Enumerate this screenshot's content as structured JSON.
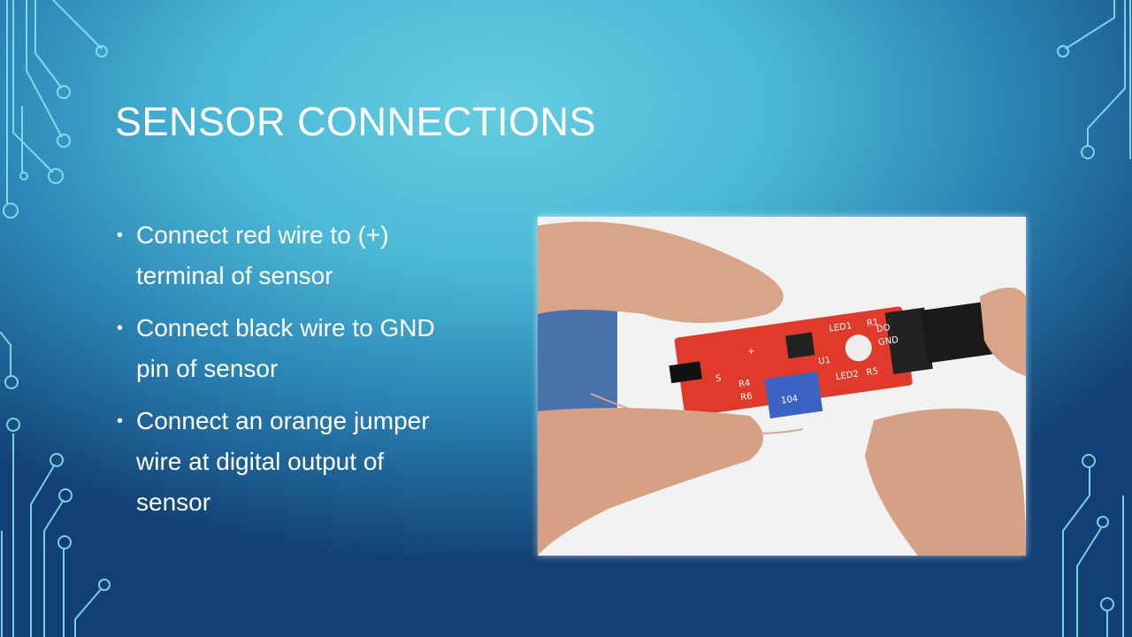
{
  "slide": {
    "title": "SENSOR CONNECTIONS",
    "bullets": [
      "Connect red wire to (+) terminal of sensor",
      "Connect black wire to GND pin of sensor",
      "Connect an orange jumper wire at digital output of sensor"
    ],
    "bullet_glyph": "•"
  },
  "photo": {
    "pcb_labels": [
      "LED1",
      "R1",
      "+",
      "GND",
      "DO",
      "LED2",
      "R5",
      "R4",
      "R6",
      "U1",
      "S",
      "104"
    ]
  },
  "colors": {
    "title": "#ffffff",
    "accent_lines": "#7fe0f0",
    "pcb": "#e03a2a"
  }
}
